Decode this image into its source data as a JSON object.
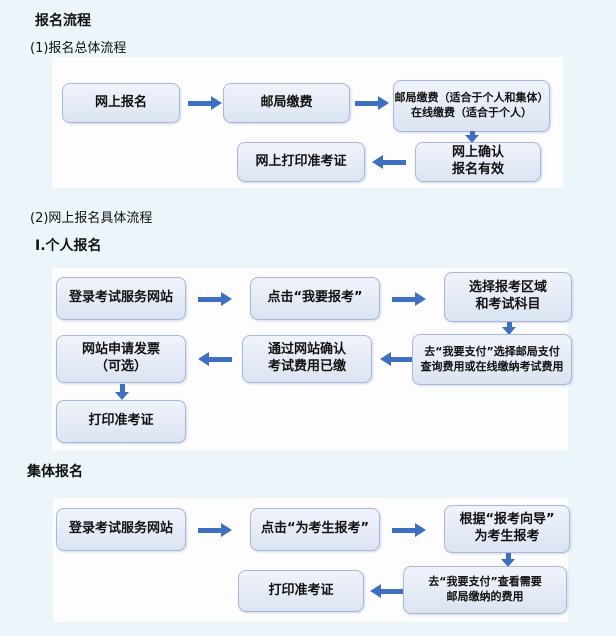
{
  "colors": {
    "page_bg": "#ecf5f9",
    "canvas_bg": "#fdfdfe",
    "node_fill_top": "#f0f3fa",
    "node_fill_bottom": "#dce4f2",
    "node_border": "#a9b8d5",
    "arrow": "#3f6fc1",
    "text": "#111111"
  },
  "header": {
    "title": "报名流程",
    "overall_heading": "(1)报名总体流程",
    "detail_heading": "(2)网上报名具体流程",
    "personal_heading": "Ⅰ.个人报名",
    "group_heading": "集体报名"
  },
  "flow_overall": {
    "online_register": "网上报名",
    "post_pay": "邮局缴费",
    "pay_options_line1": "邮局缴费（适合于个人和集体）",
    "pay_options_line2": "在线缴费（适合于个人）",
    "confirm_line1": "网上确认",
    "confirm_line2": "报名有效",
    "print_ticket": "网上打印准考证"
  },
  "flow_personal": {
    "login": "登录考试服务网站",
    "click_register": "点击“我要报考”",
    "select_line1": "选择报考区域",
    "select_line2": "和考试科目",
    "invoice_line1": "网站申请发票",
    "invoice_line2": "（可选）",
    "confirm_line1": "通过网站确认",
    "confirm_line2": "考试费用已缴",
    "pay_line1": "去“我要支付”选择邮局支付",
    "pay_line2": "查询费用或在线缴纳考试费用",
    "print_ticket": "打印准考证"
  },
  "flow_group": {
    "login": "登录考试服务网站",
    "click_register": "点击“为考生报考”",
    "wizard_line1": "根据“报考向导”",
    "wizard_line2": "为考生报考",
    "pay_line1": "去“我要支付”查看需要",
    "pay_line2": "邮局缴纳的费用",
    "print_ticket": "打印准考证"
  }
}
